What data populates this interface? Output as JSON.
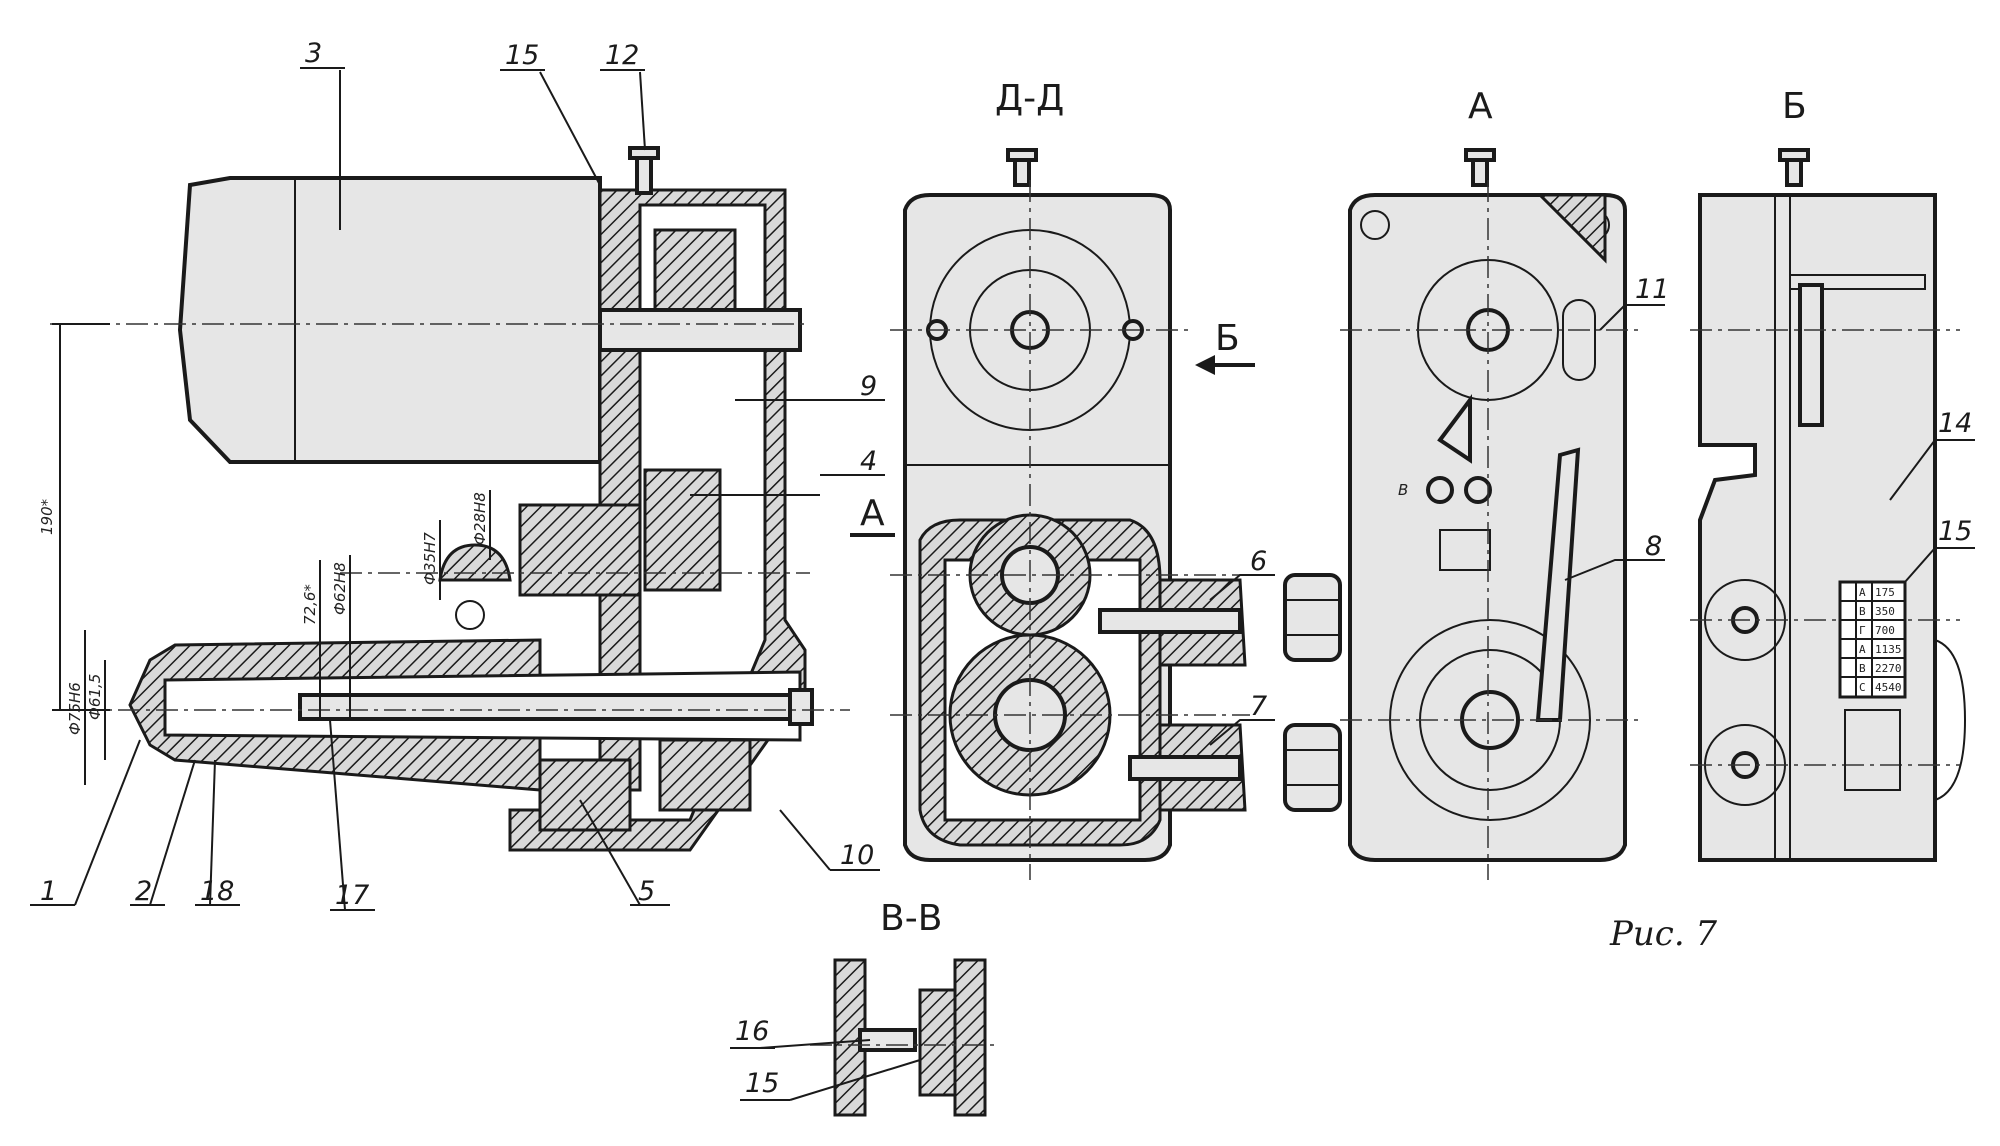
{
  "figure": {
    "caption": "Рис. 7"
  },
  "views": {
    "section_dd": "Д-Д",
    "view_a": "А",
    "view_b": "Б",
    "section_vv": "В-В",
    "arrow_b_mark": "Б",
    "arrow_a_mark": "А",
    "mark_v": "В"
  },
  "part_labels": {
    "p1": "1",
    "p2": "2",
    "p3": "3",
    "p4": "4",
    "p5": "5",
    "p6": "6",
    "p7": "7",
    "p8": "8",
    "p9": "9",
    "p10": "10",
    "p11": "11",
    "p12": "12",
    "p14": "14",
    "p15_top": "15",
    "p15_side": "15",
    "p15_detail": "15",
    "p16": "16",
    "p17": "17",
    "p18": "18"
  },
  "dimensions": {
    "height_main": "190*",
    "d_spindle": "Ф75Н6",
    "d_bore": "Ф61,5",
    "d_shaft1": "72,6*",
    "d_shaft2": "Ф62Н8",
    "d_gear": "Ф35Н7",
    "d_motor": "Ф28Н8"
  },
  "speed_plate": {
    "rows": [
      [
        "А",
        "175"
      ],
      [
        "В",
        "350"
      ],
      [
        "Г",
        "700"
      ],
      [
        "А",
        "1135"
      ],
      [
        "В",
        "2270"
      ],
      [
        "С",
        "4540"
      ]
    ]
  }
}
